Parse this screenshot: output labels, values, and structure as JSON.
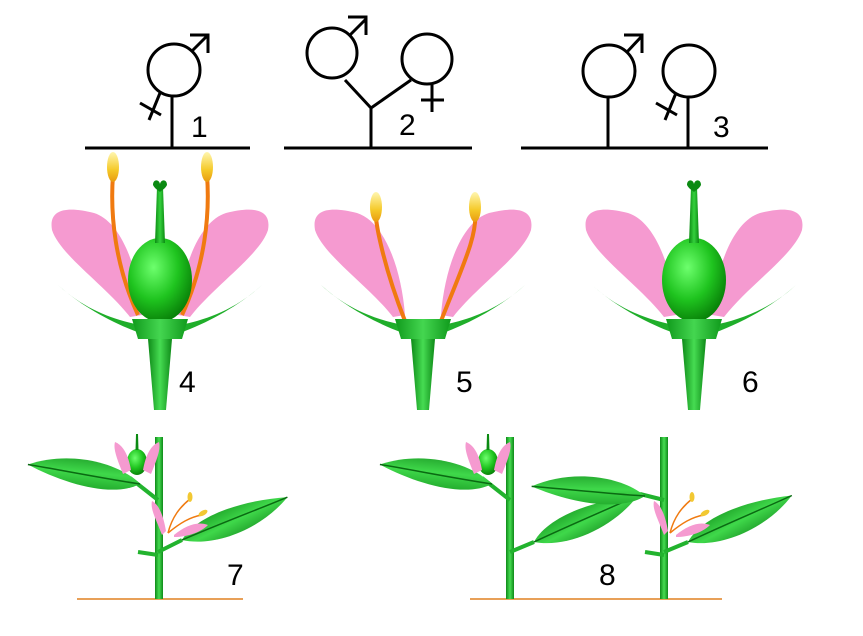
{
  "labels": {
    "l1": "1",
    "l2": "2",
    "l3": "3",
    "l4": "4",
    "l5": "5",
    "l6": "6",
    "l7": "7",
    "l8": "8"
  },
  "colors": {
    "symbol": "#000000",
    "petal": "#f59ad0",
    "pistil_light": "#58f058",
    "pistil_dark": "#0a9a0a",
    "stamen_filament": "#f07a10",
    "anther": "#f2c832",
    "sepal": "#1fae2a",
    "stem": "#22b32e",
    "leaf": "#2fb63a",
    "ground": "#e08020"
  }
}
